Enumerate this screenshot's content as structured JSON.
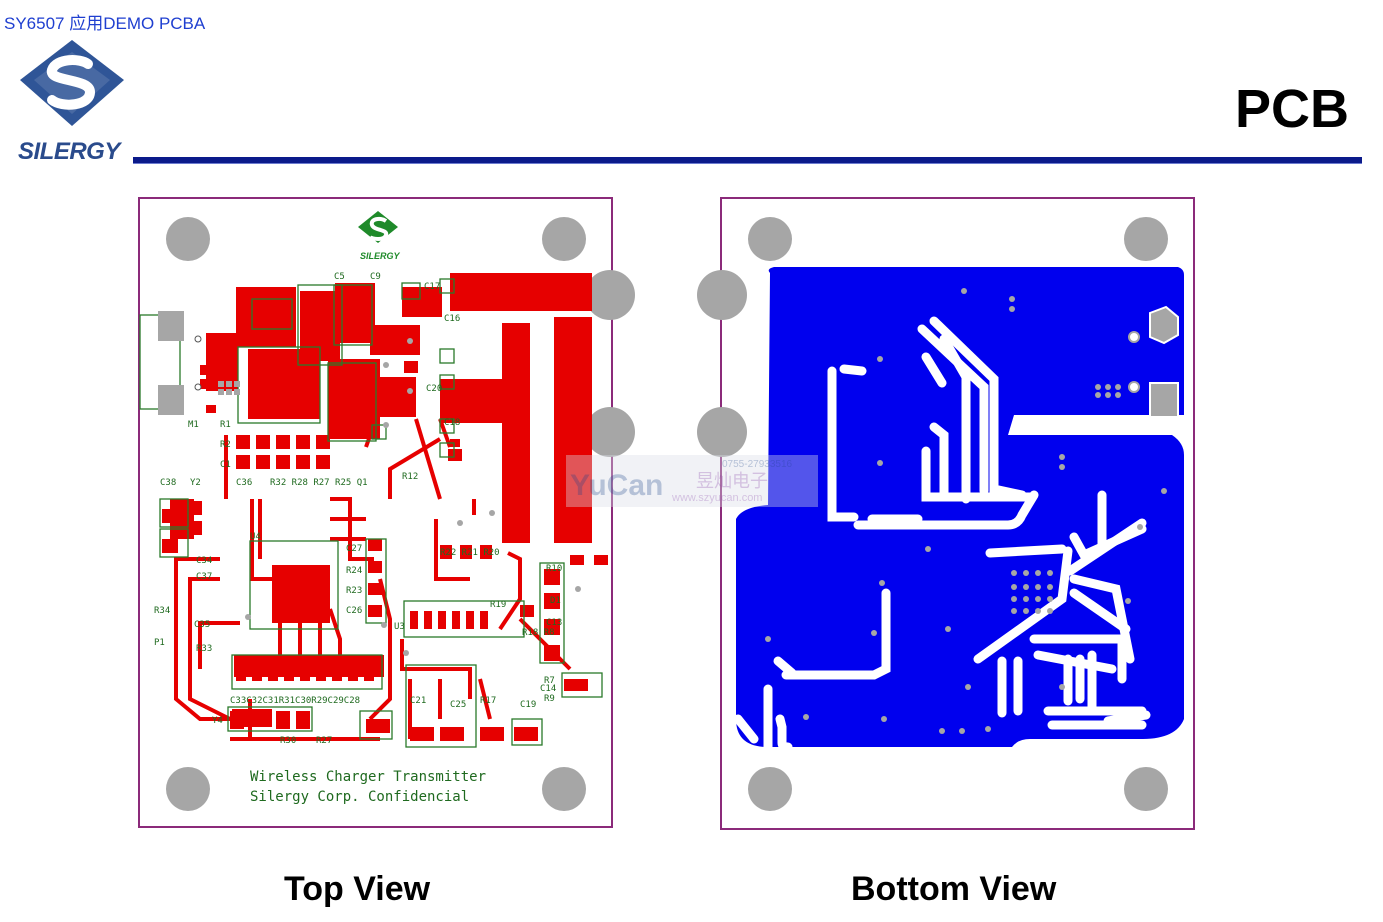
{
  "header": {
    "doc_title": "SY6507 应用DEMO PCBA",
    "slide_title": "PCB"
  },
  "logo": {
    "brand_text": "SILERGY",
    "icon": "silergy-s-logo-icon"
  },
  "top_view": {
    "caption": "Top View",
    "silkscreen_line1": "Wireless Charger Transmitter",
    "silkscreen_line2": "Silergy Corp. Confidencial",
    "board_logo_text": "SILERGY"
  },
  "bottom_view": {
    "caption": "Bottom View"
  },
  "watermark": {
    "brand": "YuCan",
    "phone": "0755-27933516",
    "chinese": "昱灿电子",
    "url": "www.szyucan.com"
  },
  "colors": {
    "top_copper": "#e60000",
    "bottom_copper": "#0000ee",
    "board_outline": "#8b2a7a",
    "drill_hole": "#a6a6a6",
    "title_blue": "#1f3fd0",
    "rule_navy": "#0b1a8a"
  }
}
